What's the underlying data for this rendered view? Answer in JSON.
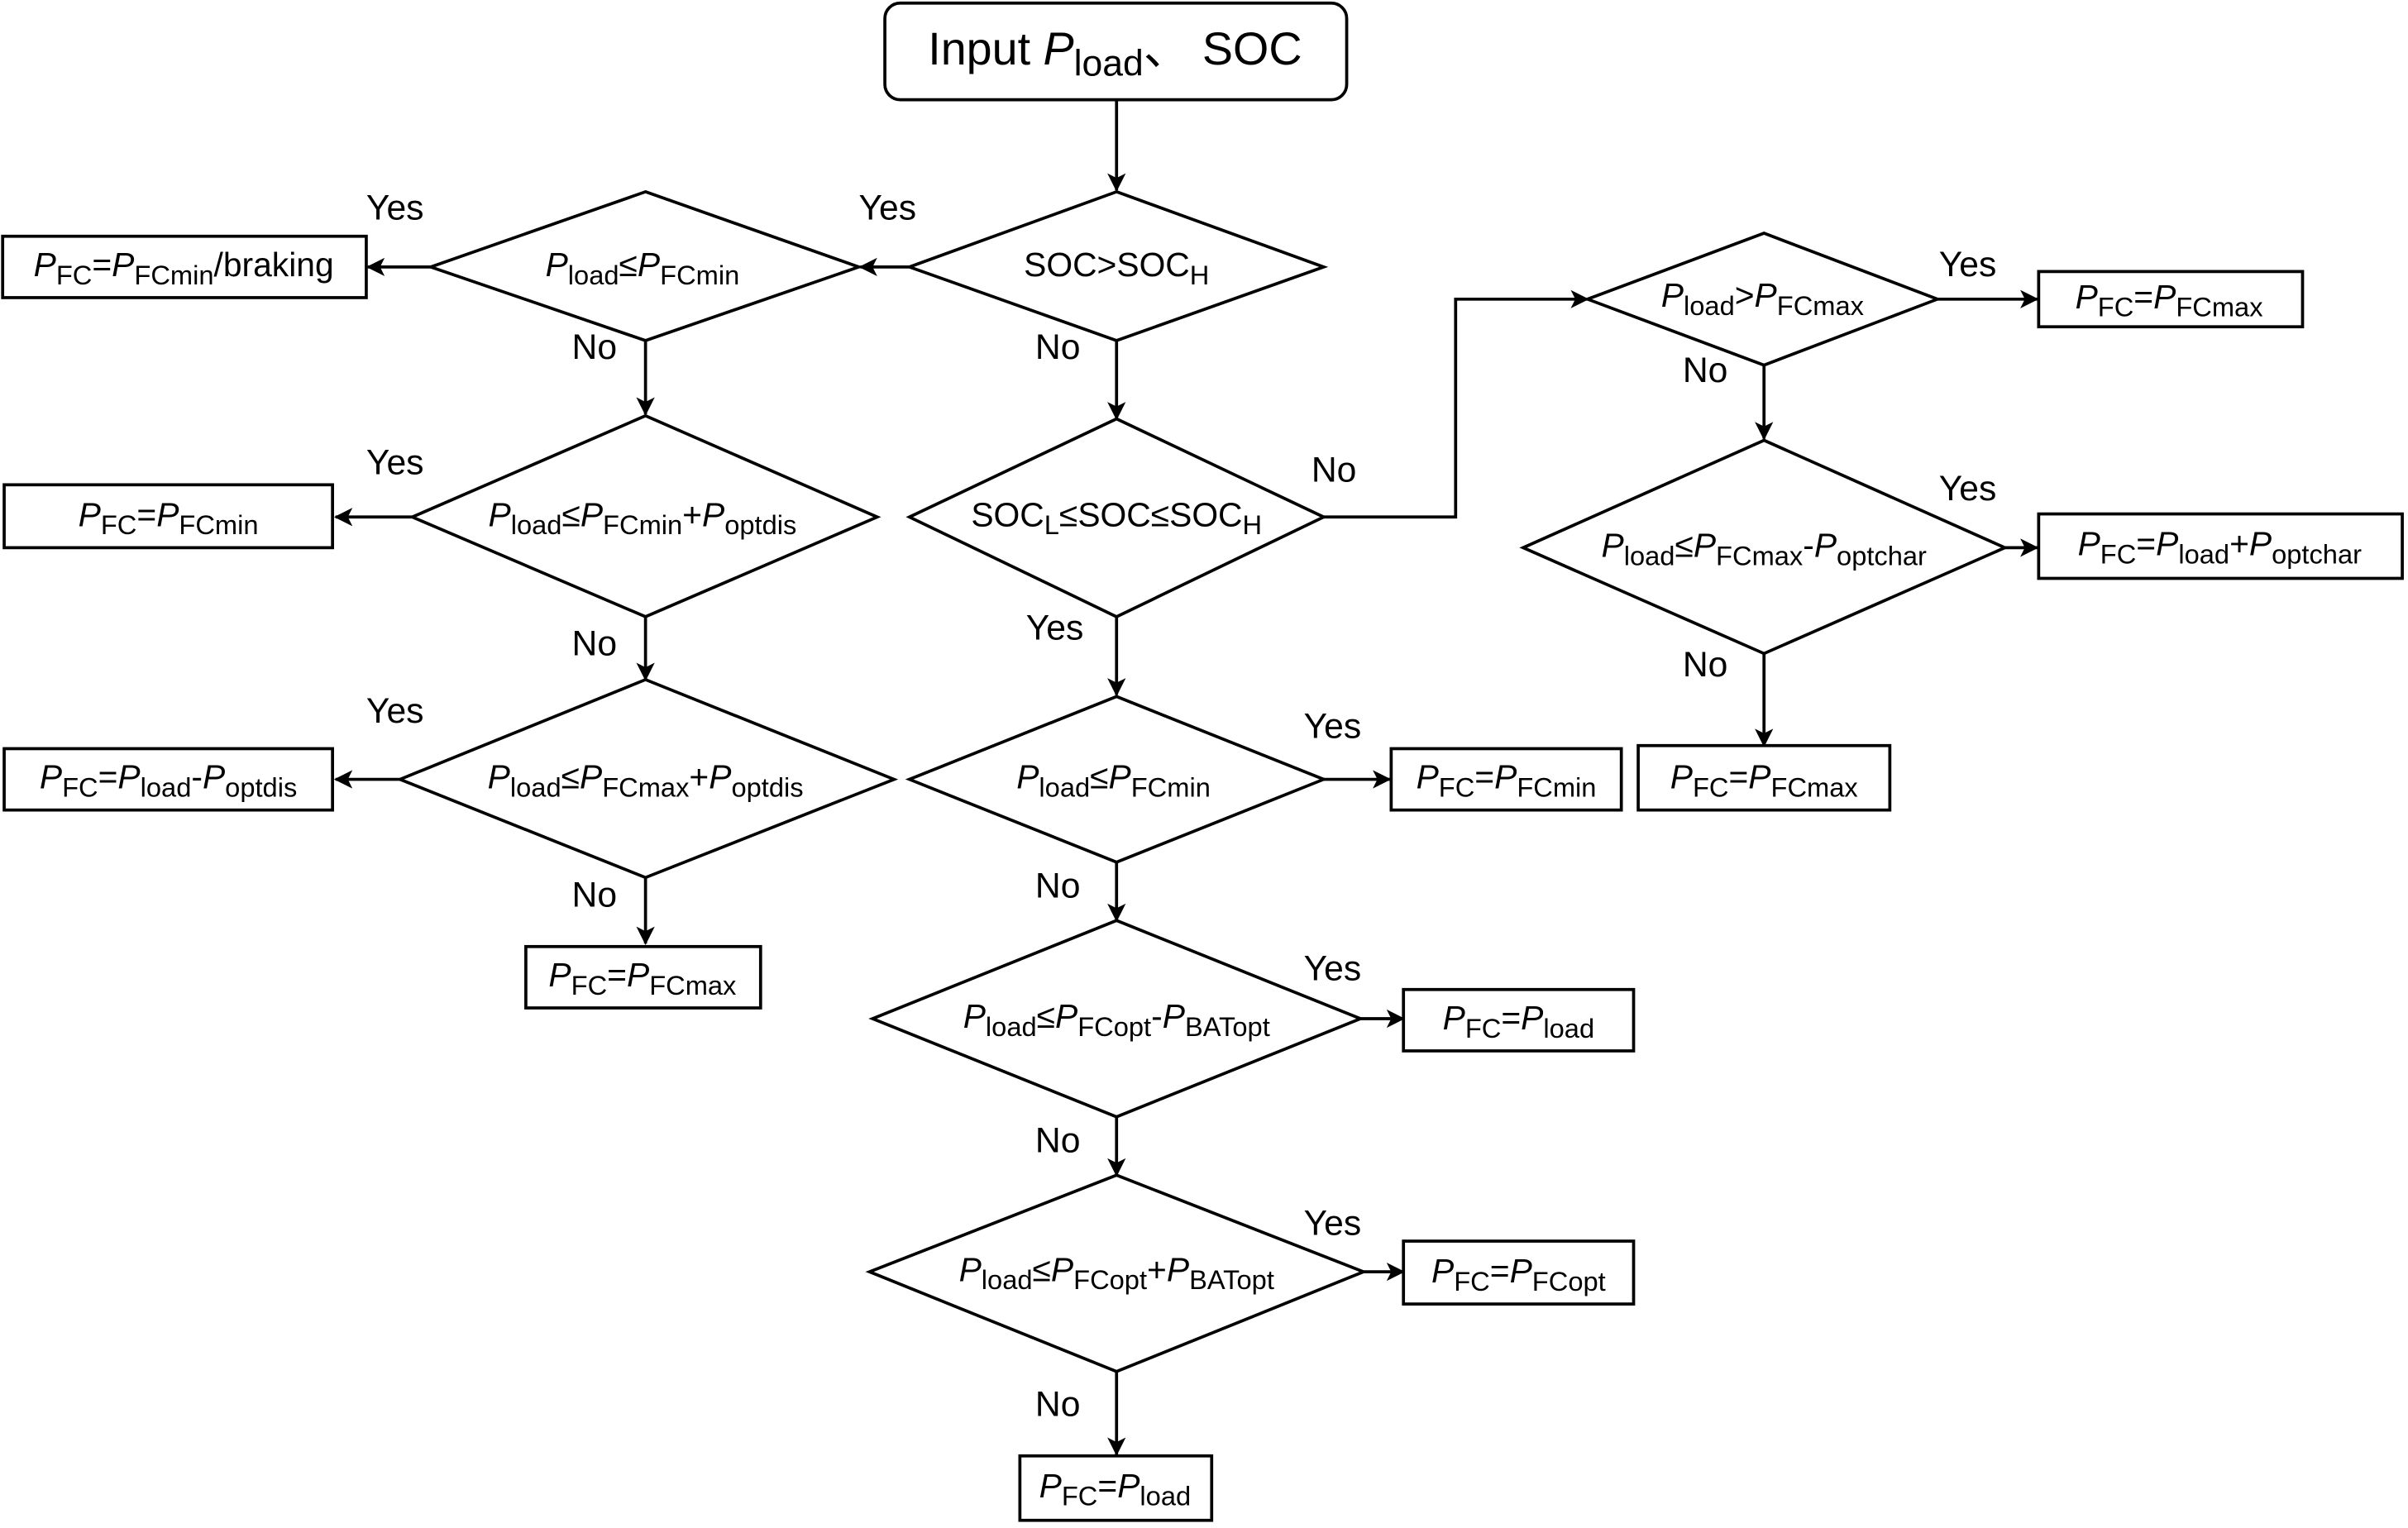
{
  "title": "Fuel cell / battery power allocation flowchart",
  "colors": {
    "stroke": "#000000",
    "background": "#ffffff"
  },
  "start": {
    "id": "start",
    "parts": [
      [
        "Input ",
        ""
      ],
      [
        "P",
        "i"
      ],
      [
        "load",
        "sub"
      ],
      [
        "、 SOC",
        ""
      ]
    ]
  },
  "decisions": [
    {
      "id": "d_soch",
      "parts": [
        [
          "SOC>SOC",
          ""
        ],
        [
          "H",
          "sub"
        ]
      ]
    },
    {
      "id": "d_l1",
      "parts": [
        [
          "P",
          "i"
        ],
        [
          "load",
          "sub"
        ],
        [
          "≤",
          ""
        ],
        [
          "P",
          "i"
        ],
        [
          "FCmin",
          "sub"
        ]
      ]
    },
    {
      "id": "d_l2",
      "parts": [
        [
          "P",
          "i"
        ],
        [
          "load",
          "sub"
        ],
        [
          "≤",
          ""
        ],
        [
          "P",
          "i"
        ],
        [
          "FCmin",
          "sub"
        ],
        [
          "+",
          ""
        ],
        [
          "P",
          "i"
        ],
        [
          "optdis",
          "sub"
        ]
      ]
    },
    {
      "id": "d_l3",
      "parts": [
        [
          "P",
          "i"
        ],
        [
          "load",
          "sub"
        ],
        [
          "≤",
          ""
        ],
        [
          "P",
          "i"
        ],
        [
          "FCmax",
          "sub"
        ],
        [
          "+",
          ""
        ],
        [
          "P",
          "i"
        ],
        [
          "optdis",
          "sub"
        ]
      ]
    },
    {
      "id": "d_socl",
      "parts": [
        [
          "SOC",
          ""
        ],
        [
          "L",
          "sub"
        ],
        [
          "≤SOC≤SOC",
          ""
        ],
        [
          "H",
          "sub"
        ]
      ]
    },
    {
      "id": "d_m1",
      "parts": [
        [
          "P",
          "i"
        ],
        [
          "load",
          "sub"
        ],
        [
          "≤",
          ""
        ],
        [
          "P",
          "i"
        ],
        [
          "FCmin",
          "sub"
        ]
      ]
    },
    {
      "id": "d_m2",
      "parts": [
        [
          "P",
          "i"
        ],
        [
          "load",
          "sub"
        ],
        [
          "≤",
          ""
        ],
        [
          "P",
          "i"
        ],
        [
          "FCopt",
          "sub"
        ],
        [
          "-",
          ""
        ],
        [
          "P",
          "i"
        ],
        [
          "BATopt",
          "sub"
        ]
      ]
    },
    {
      "id": "d_m3",
      "parts": [
        [
          "P",
          "i"
        ],
        [
          "load",
          "sub"
        ],
        [
          "≤",
          ""
        ],
        [
          "P",
          "i"
        ],
        [
          "FCopt",
          "sub"
        ],
        [
          "+",
          ""
        ],
        [
          "P",
          "i"
        ],
        [
          "BATopt",
          "sub"
        ]
      ]
    },
    {
      "id": "d_r1",
      "parts": [
        [
          "P",
          "i"
        ],
        [
          "load",
          "sub"
        ],
        [
          ">",
          ""
        ],
        [
          "P",
          "i"
        ],
        [
          "FCmax",
          "sub"
        ]
      ]
    },
    {
      "id": "d_r2",
      "parts": [
        [
          "P",
          "i"
        ],
        [
          "load",
          "sub"
        ],
        [
          "≤",
          ""
        ],
        [
          "P",
          "i"
        ],
        [
          "FCmax",
          "sub"
        ],
        [
          "-",
          ""
        ],
        [
          "P",
          "i"
        ],
        [
          "optchar",
          "sub"
        ]
      ]
    }
  ],
  "outputs": [
    {
      "id": "o_braking",
      "parts": [
        [
          "P",
          "i"
        ],
        [
          "FC",
          "sub"
        ],
        [
          "=",
          ""
        ],
        [
          "P",
          "i"
        ],
        [
          "FCmin",
          "sub"
        ],
        [
          "/braking",
          ""
        ]
      ]
    },
    {
      "id": "o_l2",
      "parts": [
        [
          "P",
          "i"
        ],
        [
          "FC",
          "sub"
        ],
        [
          "=",
          ""
        ],
        [
          "P",
          "i"
        ],
        [
          "FCmin",
          "sub"
        ]
      ]
    },
    {
      "id": "o_l3",
      "parts": [
        [
          "P",
          "i"
        ],
        [
          "FC",
          "sub"
        ],
        [
          "=",
          ""
        ],
        [
          "P",
          "i"
        ],
        [
          "load",
          "sub"
        ],
        [
          "-",
          ""
        ],
        [
          "P",
          "i"
        ],
        [
          "optdis",
          "sub"
        ]
      ]
    },
    {
      "id": "o_l3no",
      "parts": [
        [
          "P",
          "i"
        ],
        [
          "FC",
          "sub"
        ],
        [
          "=",
          ""
        ],
        [
          "P",
          "i"
        ],
        [
          "FCmax",
          "sub"
        ]
      ]
    },
    {
      "id": "o_m1",
      "parts": [
        [
          "P",
          "i"
        ],
        [
          "FC",
          "sub"
        ],
        [
          "=",
          ""
        ],
        [
          "P",
          "i"
        ],
        [
          "FCmin",
          "sub"
        ]
      ]
    },
    {
      "id": "o_m2",
      "parts": [
        [
          "P",
          "i"
        ],
        [
          "FC",
          "sub"
        ],
        [
          "=",
          ""
        ],
        [
          "P",
          "i"
        ],
        [
          "load",
          "sub"
        ]
      ]
    },
    {
      "id": "o_m3",
      "parts": [
        [
          "P",
          "i"
        ],
        [
          "FC",
          "sub"
        ],
        [
          "=",
          ""
        ],
        [
          "P",
          "i"
        ],
        [
          "FCopt",
          "sub"
        ]
      ]
    },
    {
      "id": "o_m3no",
      "parts": [
        [
          "P",
          "i"
        ],
        [
          "FC",
          "sub"
        ],
        [
          "=",
          ""
        ],
        [
          "P",
          "i"
        ],
        [
          "load",
          "sub"
        ]
      ]
    },
    {
      "id": "o_r1",
      "parts": [
        [
          "P",
          "i"
        ],
        [
          "FC",
          "sub"
        ],
        [
          "=",
          ""
        ],
        [
          "P",
          "i"
        ],
        [
          "FCmax",
          "sub"
        ]
      ]
    },
    {
      "id": "o_r2",
      "parts": [
        [
          "P",
          "i"
        ],
        [
          "FC",
          "sub"
        ],
        [
          "=",
          ""
        ],
        [
          "P",
          "i"
        ],
        [
          "load",
          "sub"
        ],
        [
          "+",
          ""
        ],
        [
          "P",
          "i"
        ],
        [
          "optchar",
          "sub"
        ]
      ]
    },
    {
      "id": "o_r2no",
      "parts": [
        [
          "P",
          "i"
        ],
        [
          "FC",
          "sub"
        ],
        [
          "=",
          ""
        ],
        [
          "P",
          "i"
        ],
        [
          "FCmax",
          "sub"
        ]
      ]
    }
  ],
  "edge_labels": {
    "yes": "Yes",
    "no": "No"
  },
  "edges": [
    {
      "from": "start",
      "to": "d_soch",
      "label": ""
    },
    {
      "from": "d_soch",
      "to": "d_l1",
      "label": "yes"
    },
    {
      "from": "d_soch",
      "to": "d_socl",
      "label": "no"
    },
    {
      "from": "d_l1",
      "to": "o_braking",
      "label": "yes"
    },
    {
      "from": "d_l1",
      "to": "d_l2",
      "label": "no"
    },
    {
      "from": "d_l2",
      "to": "o_l2",
      "label": "yes"
    },
    {
      "from": "d_l2",
      "to": "d_l3",
      "label": "no"
    },
    {
      "from": "d_l3",
      "to": "o_l3",
      "label": "yes"
    },
    {
      "from": "d_l3",
      "to": "o_l3no",
      "label": "no"
    },
    {
      "from": "d_socl",
      "to": "d_m1",
      "label": "yes"
    },
    {
      "from": "d_socl",
      "to": "d_r1",
      "label": "no"
    },
    {
      "from": "d_m1",
      "to": "o_m1",
      "label": "yes"
    },
    {
      "from": "d_m1",
      "to": "d_m2",
      "label": "no"
    },
    {
      "from": "d_m2",
      "to": "o_m2",
      "label": "yes"
    },
    {
      "from": "d_m2",
      "to": "d_m3",
      "label": "no"
    },
    {
      "from": "d_m3",
      "to": "o_m3",
      "label": "yes"
    },
    {
      "from": "d_m3",
      "to": "o_m3no",
      "label": "no"
    },
    {
      "from": "d_r1",
      "to": "o_r1",
      "label": "yes"
    },
    {
      "from": "d_r1",
      "to": "d_r2",
      "label": "no"
    },
    {
      "from": "d_r2",
      "to": "o_r2",
      "label": "yes"
    },
    {
      "from": "d_r2",
      "to": "o_r2no",
      "label": "no"
    }
  ]
}
